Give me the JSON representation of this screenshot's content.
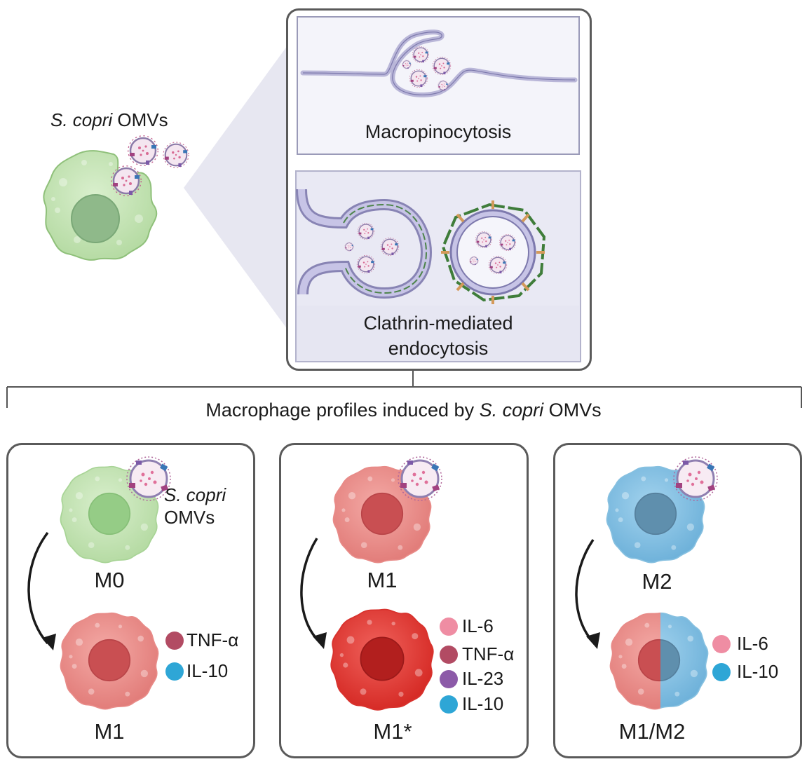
{
  "top": {
    "omv_label_italic": "S. copri",
    "omv_label_rest": " OMVs",
    "uptake_1": "Macropinocytosis",
    "uptake_2_line1": "Clathrin-mediated",
    "uptake_2_line2": "endocytosis"
  },
  "profiles_heading": {
    "prefix": "Macrophage profiles induced by ",
    "italic": "S. copri",
    "suffix": " OMVs"
  },
  "panels": [
    {
      "from": "M0",
      "to": "M1",
      "omv_italic": "S. copri",
      "omv_rest": "OMVs",
      "cytokines": [
        {
          "label": "TNF-α",
          "color": "#b24b63"
        },
        {
          "label": "IL-10",
          "color": "#2ea6d6"
        }
      ]
    },
    {
      "from": "M1",
      "to": "M1*",
      "cytokines": [
        {
          "label": "IL-6",
          "color": "#ef8da3"
        },
        {
          "label": "TNF-α",
          "color": "#b24b63"
        },
        {
          "label": "IL-23",
          "color": "#8c5aa8"
        },
        {
          "label": "IL-10",
          "color": "#2ea6d6"
        }
      ]
    },
    {
      "from": "M2",
      "to": "M1/M2",
      "cytokines": [
        {
          "label": "IL-6",
          "color": "#ef8da3"
        },
        {
          "label": "IL-10",
          "color": "#2ea6d6"
        }
      ]
    }
  ],
  "colors": {
    "m0_cell": "#c9e6bb",
    "m1_cell": "#ec8f8c",
    "m1star_cell": "#e23a35",
    "m2_cell": "#7fc0e3",
    "membrane": "#a9a6cf",
    "clathrin": "#3f7d3a",
    "adaptor": "#d49a5a"
  }
}
